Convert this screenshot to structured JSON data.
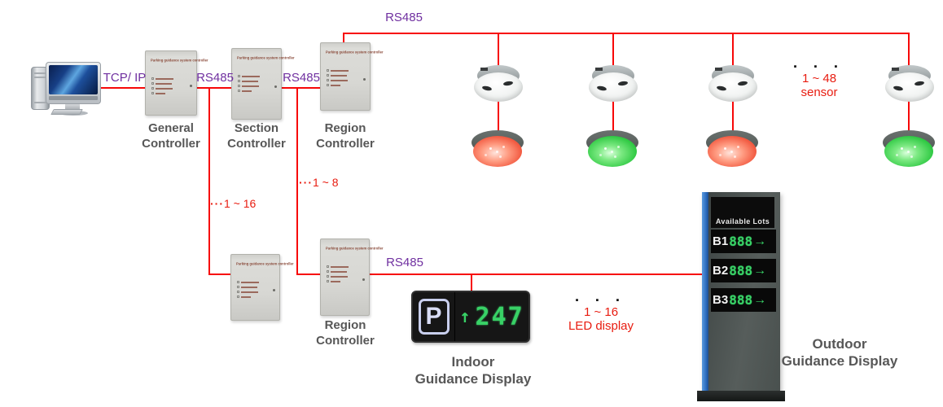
{
  "palette": {
    "line_red": "#f70808",
    "purple": "#7030a0",
    "note_red": "#e81c10",
    "label_gray": "#575757",
    "seg_green": "#38d166",
    "totem_blue": "#2f6fc0"
  },
  "connections": {
    "tcp_ip": "TCP/ IP",
    "rs485_general_section": "RS485",
    "rs485_section_region": "RS485",
    "rs485_sensor_bus": "RS485",
    "rs485_display_bus": "RS485"
  },
  "controllers": {
    "box_header": "Parking guidance system controller",
    "general": "General Controller",
    "section": "Section Controller",
    "region_top": "Region Controller",
    "region_bottom": "Region Controller"
  },
  "annotations": {
    "section_chain": {
      "dots": "···",
      "range": "1 ~ 16"
    },
    "region_chain": {
      "dots": "···",
      "range": "1 ~ 8"
    },
    "sensor_chain": {
      "dots": "▪ ▪ ▪",
      "range": "1 ~ 48",
      "unit": "sensor"
    },
    "led_chain": {
      "dots": "▪ ▪ ▪",
      "range": "1 ~ 16",
      "unit": "LED display"
    }
  },
  "sensors": {
    "states": [
      "red",
      "green",
      "red",
      "green"
    ]
  },
  "indoor_display": {
    "p_symbol": "P",
    "arrow": "↑",
    "count": "247",
    "caption_line1": "Indoor",
    "caption_line2": "Guidance Display"
  },
  "outdoor_display": {
    "header": "Available Lots",
    "rows": [
      {
        "zone": "B1",
        "digits": "888",
        "arrow": "→"
      },
      {
        "zone": "B2",
        "digits": "888",
        "arrow": "→"
      },
      {
        "zone": "B3",
        "digits": "888",
        "arrow": "→"
      }
    ],
    "caption_line1": "Outdoor",
    "caption_line2": "Guidance Display"
  }
}
